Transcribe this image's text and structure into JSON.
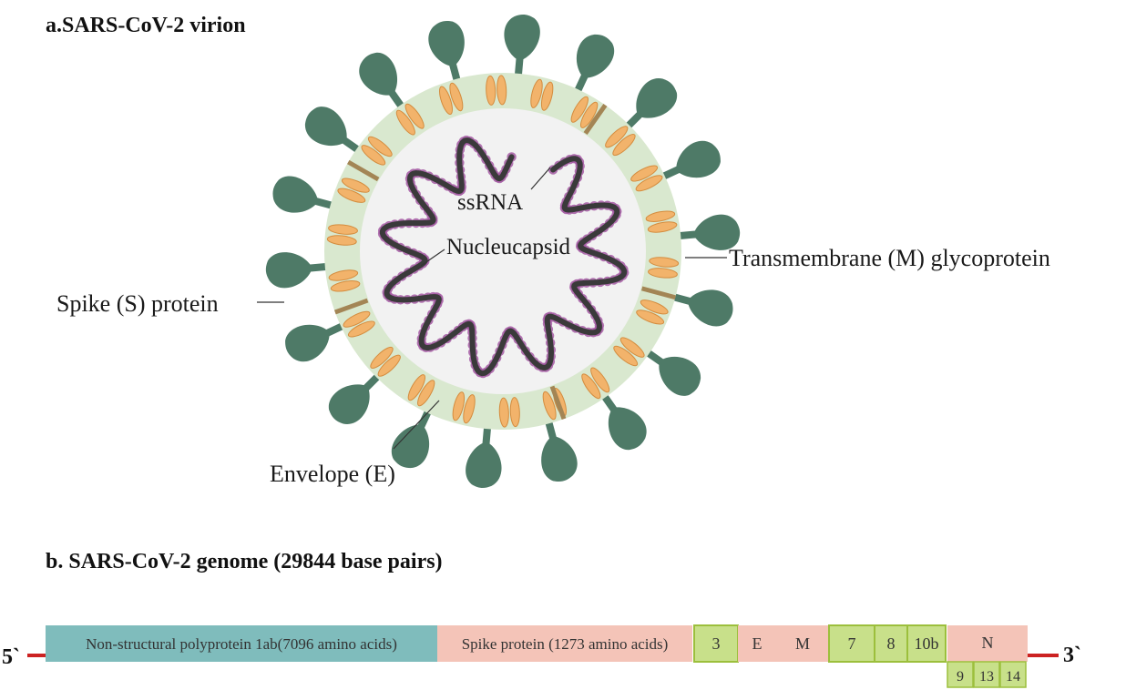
{
  "virion": {
    "title": "a.SARS-CoV-2 virion",
    "labels": {
      "ssrna": "ssRNA",
      "nucleocapsid": "Nucleucapsid",
      "spike": "Spike (S) protein",
      "membrane": "Transmembrane (M) glycoprotein",
      "envelope": "Envelope (E)"
    }
  },
  "genome": {
    "title": "b. SARS-CoV-2 genome (29844 base pairs)",
    "five_prime": "5`",
    "three_prime": "3`",
    "segments": [
      {
        "label": "Non-structural polyprotein 1ab(7096 amino acids)",
        "kind": "nsp"
      },
      {
        "label": "Spike protein (1273 amino acids)",
        "kind": "structural"
      },
      {
        "label": "3",
        "kind": "accessory"
      },
      {
        "label": "E",
        "kind": "structural"
      },
      {
        "label": "M",
        "kind": "structural"
      },
      {
        "label": "7",
        "kind": "accessory"
      },
      {
        "label": "8",
        "kind": "accessory"
      },
      {
        "label": "10b",
        "kind": "accessory"
      },
      {
        "label": "N",
        "kind": "structural"
      }
    ],
    "sub_segments": [
      {
        "label": "9"
      },
      {
        "label": "13"
      },
      {
        "label": "14"
      }
    ]
  },
  "colors": {
    "membrane_ring": "#d9e8cf",
    "core": "#f2f2f2",
    "spike": "#4e7a67",
    "m_protein": "#f2b36b",
    "m_protein_stroke": "#d48c3e",
    "envelope_protein": "#a38555",
    "rna_strand": "#3a3a3a",
    "rna_beads": "#a45aa3",
    "nsp_fill": "#7fbcbc",
    "structural_fill": "#f4c4b8",
    "accessory_fill": "#c8e08a",
    "accessory_stroke": "#9cbf3c",
    "genome_line": "#cc2222"
  }
}
